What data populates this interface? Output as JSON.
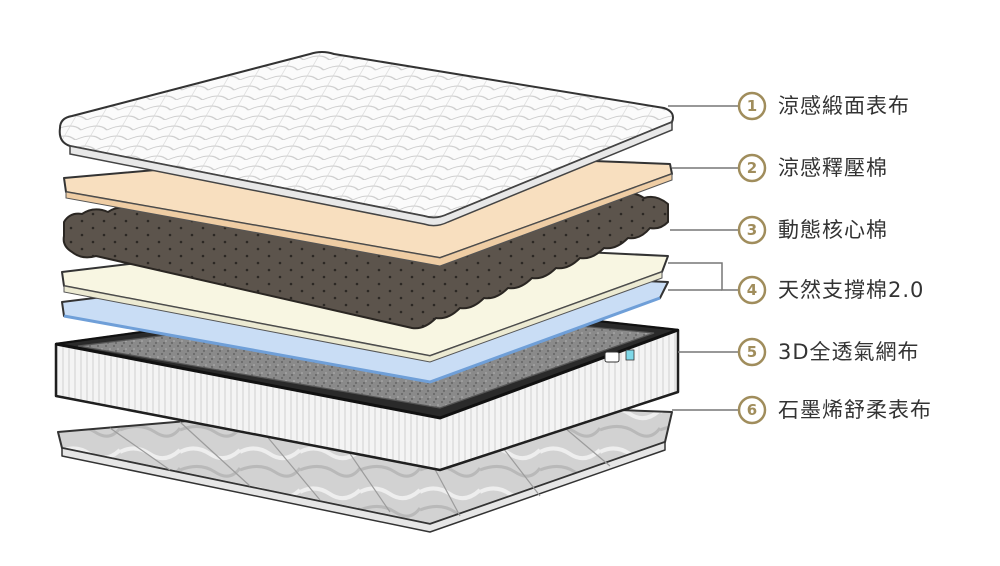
{
  "labels": [
    {
      "number": "1",
      "text": "涼感緞面表布"
    },
    {
      "number": "2",
      "text": "涼感釋壓棉"
    },
    {
      "number": "3",
      "text": "動態核心棉"
    },
    {
      "number": "4",
      "text": "天然支撐棉2.0"
    },
    {
      "number": "5",
      "text": "3D全透氣網布"
    },
    {
      "number": "6",
      "text": "石墨烯舒柔表布"
    }
  ],
  "colors": {
    "number_circle": "#a08d5c",
    "leader_line": "#777777",
    "cover": "#fbfbfb",
    "cool_foam": "#f8dfbf",
    "core_foam": "#5c544c",
    "support_foam": "#f8f6e2",
    "support_blue": "#c9ddf5",
    "mesh_frame": "#f2f2f2",
    "mesh_inner": "#8c8c8c",
    "graphene": "#cfcfcf"
  }
}
